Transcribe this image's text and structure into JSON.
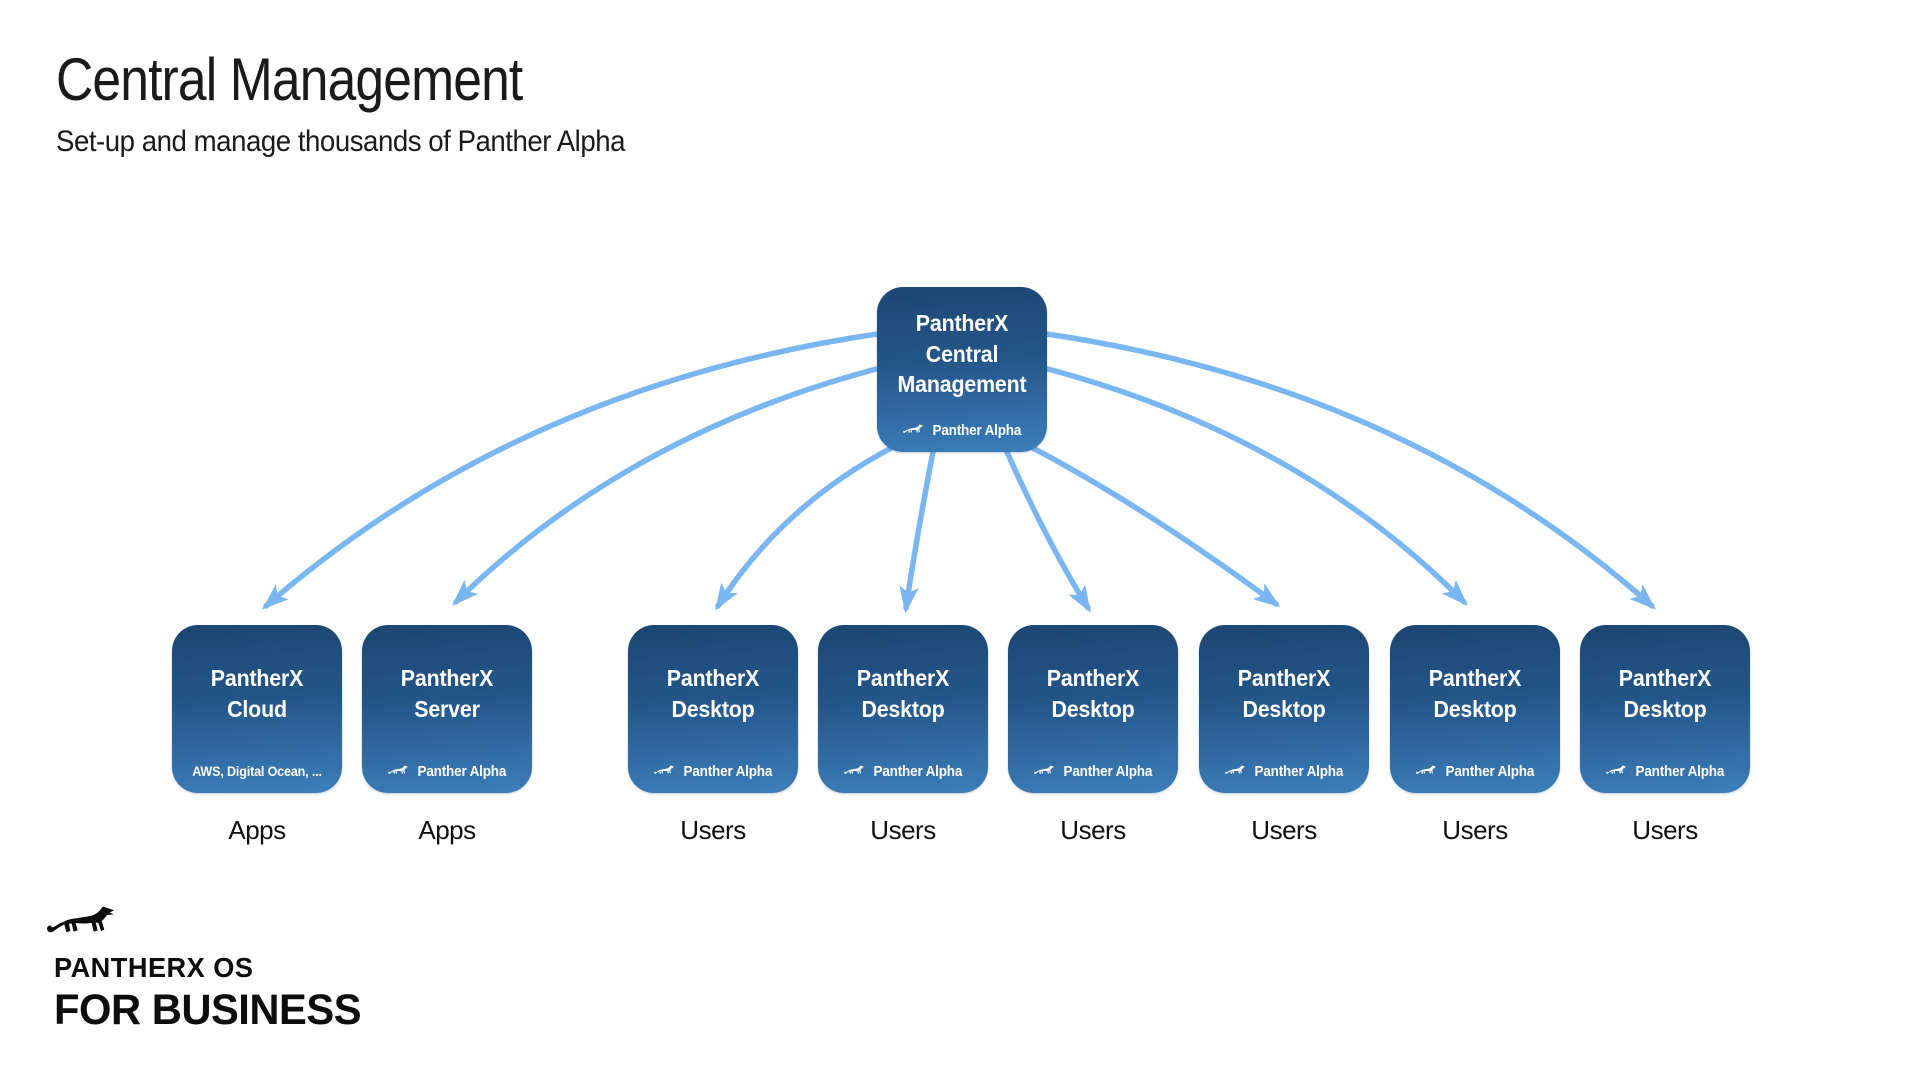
{
  "header": {
    "title": "Central Management",
    "subtitle": "Set-up and manage thousands of Panther Alpha"
  },
  "diagram": {
    "root": {
      "line1": "PantherX",
      "line2": "Central",
      "line3": "Management",
      "badge": "Panther Alpha"
    },
    "children": [
      {
        "line1": "PantherX",
        "line2": "Cloud",
        "footer": "AWS, Digital Ocean, ...",
        "label": "Apps"
      },
      {
        "line1": "PantherX",
        "line2": "Server",
        "footer": "Panther Alpha",
        "label": "Apps"
      },
      {
        "line1": "PantherX",
        "line2": "Desktop",
        "footer": "Panther Alpha",
        "label": "Users"
      },
      {
        "line1": "PantherX",
        "line2": "Desktop",
        "footer": "Panther Alpha",
        "label": "Users"
      },
      {
        "line1": "PantherX",
        "line2": "Desktop",
        "footer": "Panther Alpha",
        "label": "Users"
      },
      {
        "line1": "PantherX",
        "line2": "Desktop",
        "footer": "Panther Alpha",
        "label": "Users"
      },
      {
        "line1": "PantherX",
        "line2": "Desktop",
        "footer": "Panther Alpha",
        "label": "Users"
      },
      {
        "line1": "PantherX",
        "line2": "Desktop",
        "footer": "Panther Alpha",
        "label": "Users"
      }
    ]
  },
  "logo": {
    "name": "PANTHERX OS",
    "tagline": "FOR BUSINESS"
  },
  "colors": {
    "box_gradient_top": "#1c4672",
    "box_gradient_bottom": "#3d7eba",
    "arrow": "#7ab7f2",
    "text": "#1a1a1a"
  }
}
